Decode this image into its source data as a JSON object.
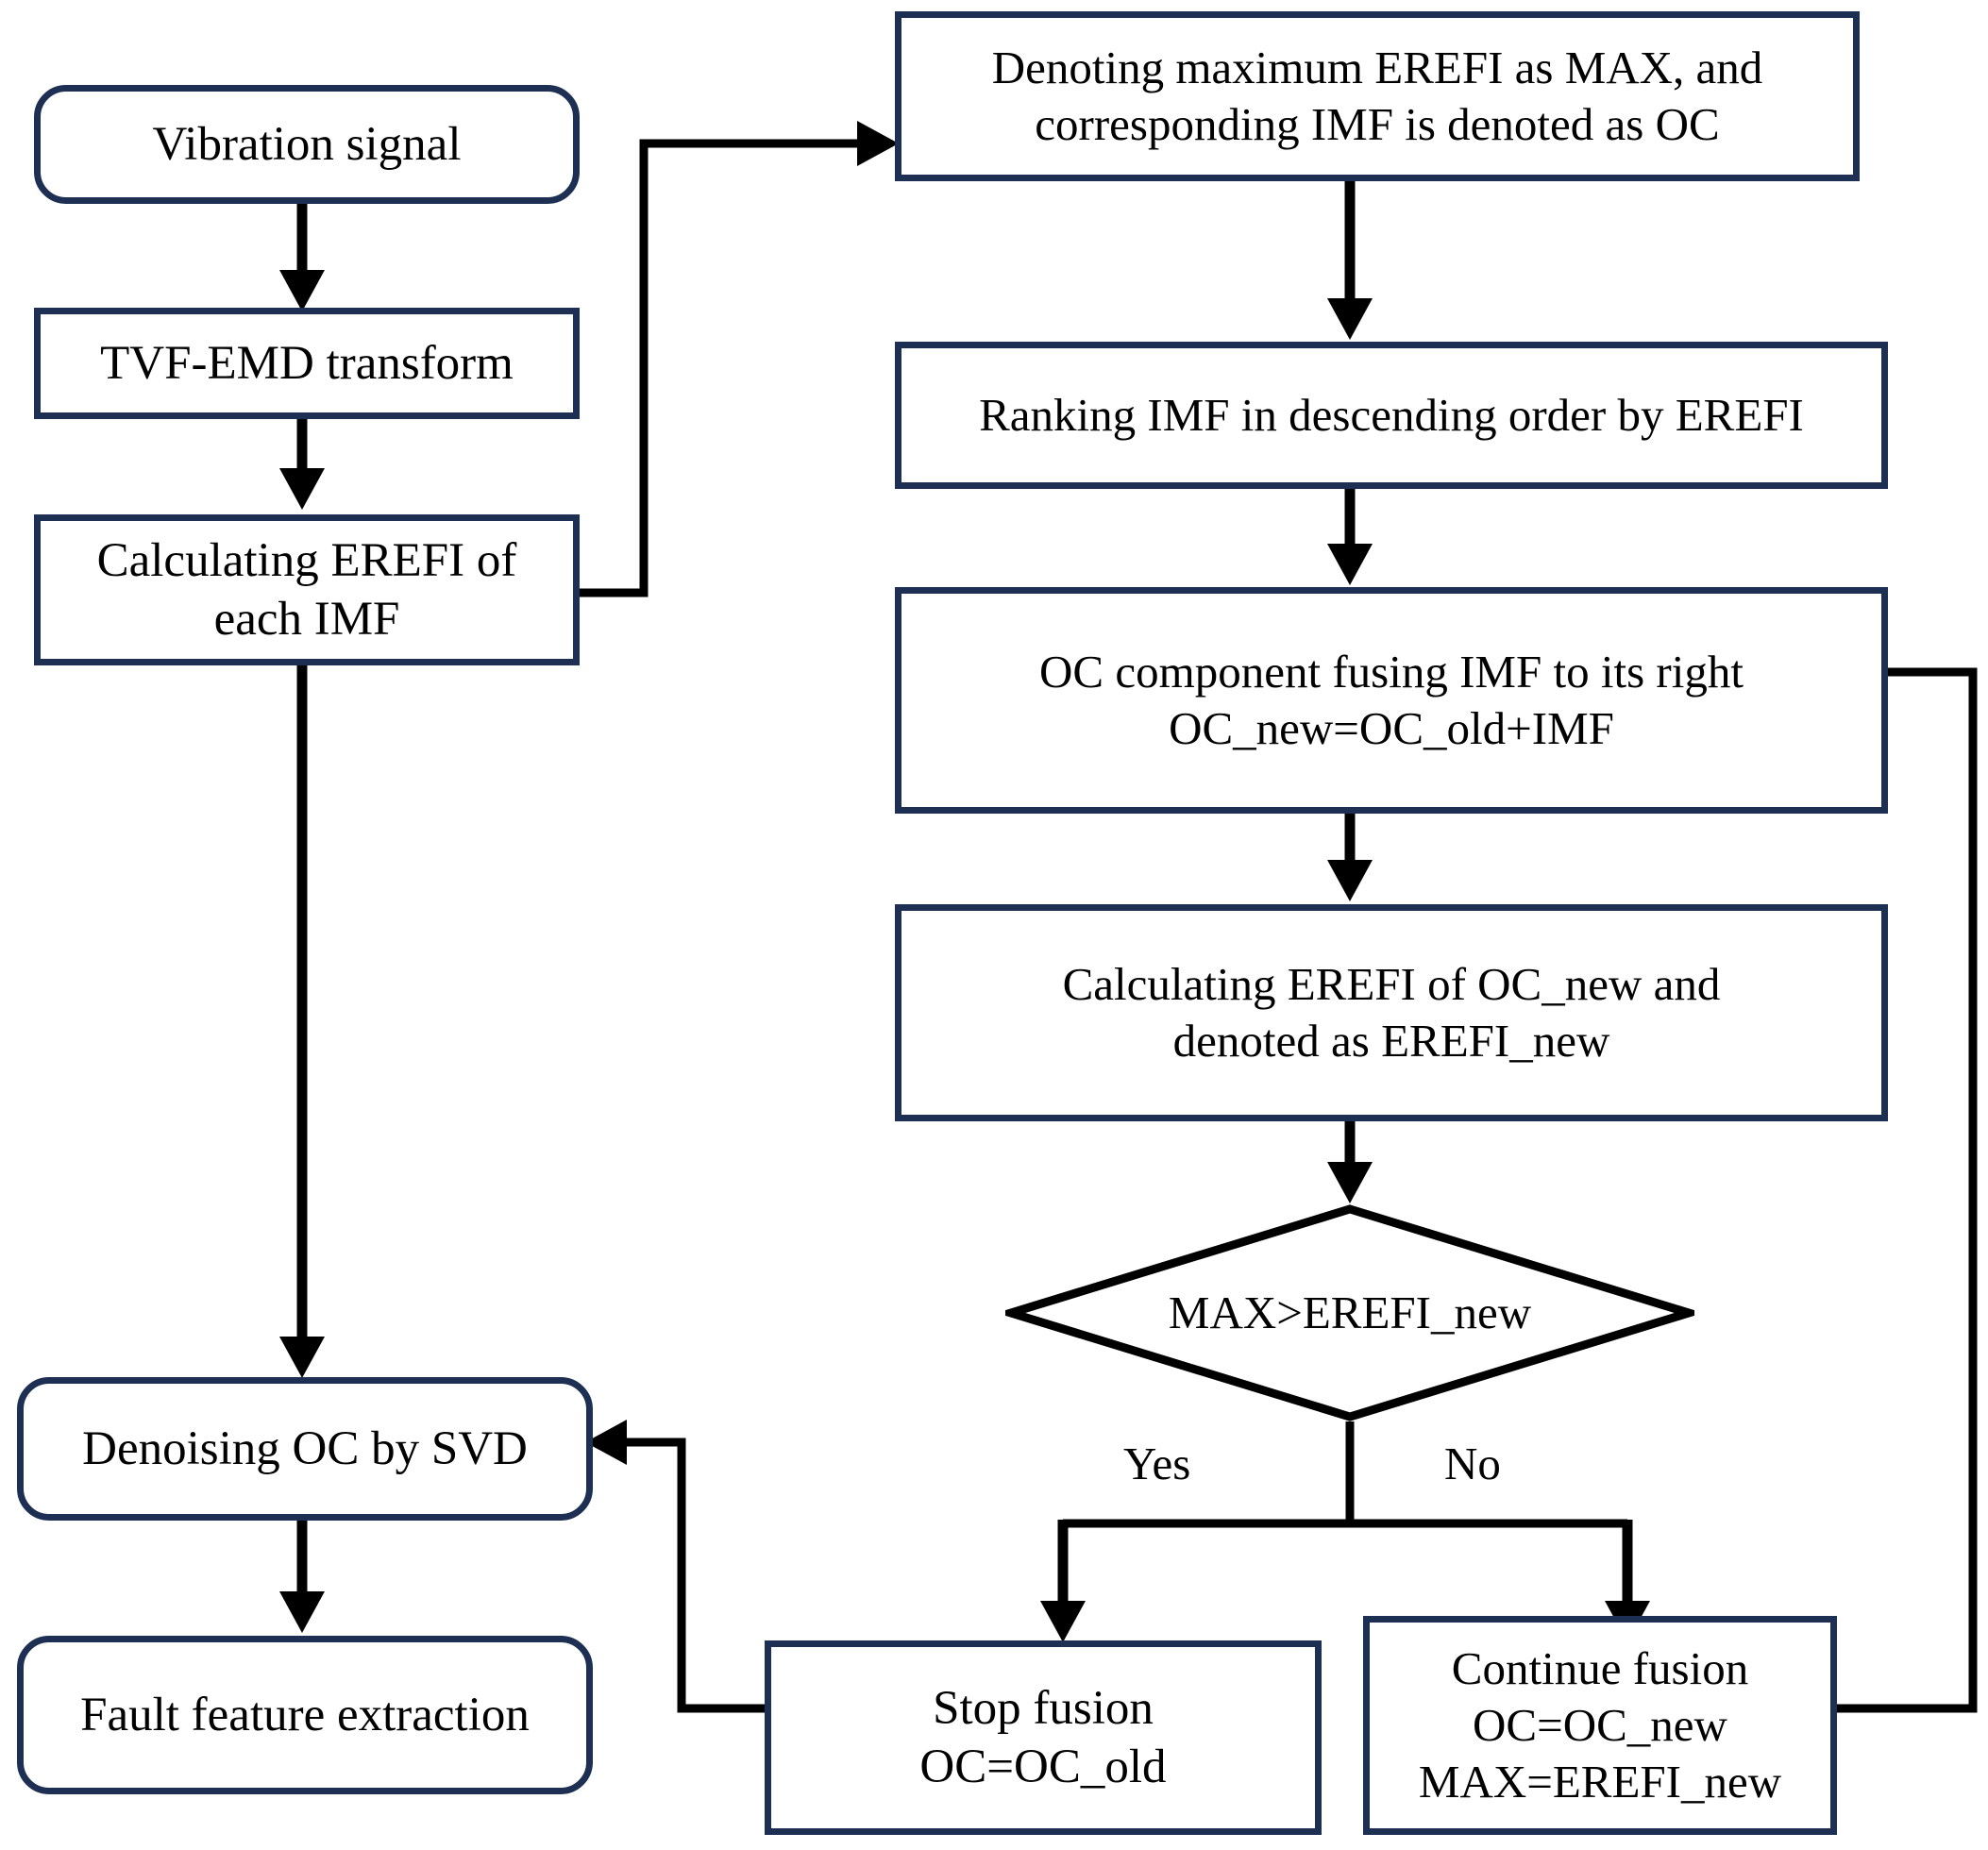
{
  "diagram": {
    "title": "TVF-EMD EREFI fusion denoising flowchart",
    "colors": {
      "box_border": "#1d2f52",
      "diamond_border": "#000000",
      "connector": "#000000",
      "background": "#ffffff",
      "text": "#000000"
    },
    "nodes": [
      {
        "id": "vibration-signal",
        "label": "Vibration signal",
        "shape": "rounded"
      },
      {
        "id": "tvf-emd-transform",
        "label": "TVF-EMD transform",
        "shape": "rect"
      },
      {
        "id": "calculating-erefi-imf",
        "label": "Calculating EREFI of\neach IMF",
        "shape": "rect"
      },
      {
        "id": "denoising-oc-svd",
        "label": "Denoising OC by SVD",
        "shape": "rounded"
      },
      {
        "id": "fault-feature-extraction",
        "label": "Fault feature extraction",
        "shape": "rounded"
      },
      {
        "id": "denoting-max-erefi",
        "label": "Denoting maximum EREFI as MAX, and\ncorresponding IMF is denoted as OC",
        "shape": "rect"
      },
      {
        "id": "ranking-imf",
        "label": "Ranking IMF in descending order by EREFI",
        "shape": "rect"
      },
      {
        "id": "oc-component-fusing",
        "label": "OC component fusing IMF to its right\nOC_new=OC_old+IMF",
        "shape": "rect"
      },
      {
        "id": "calculating-erefi-new",
        "label": "Calculating EREFI of OC_new and\ndenoted as EREFI_new",
        "shape": "rect"
      },
      {
        "id": "decision-max-erefi",
        "label": "MAX>EREFI_new",
        "shape": "diamond"
      },
      {
        "id": "stop-fusion",
        "label": "Stop fusion\nOC=OC_old",
        "shape": "rect"
      },
      {
        "id": "continue-fusion",
        "label": "Continue fusion\nOC=OC_new\nMAX=EREFI_new",
        "shape": "rect"
      }
    ],
    "edge_labels": [
      {
        "id": "yes-label",
        "label": "Yes"
      },
      {
        "id": "no-label",
        "label": "No"
      }
    ]
  }
}
